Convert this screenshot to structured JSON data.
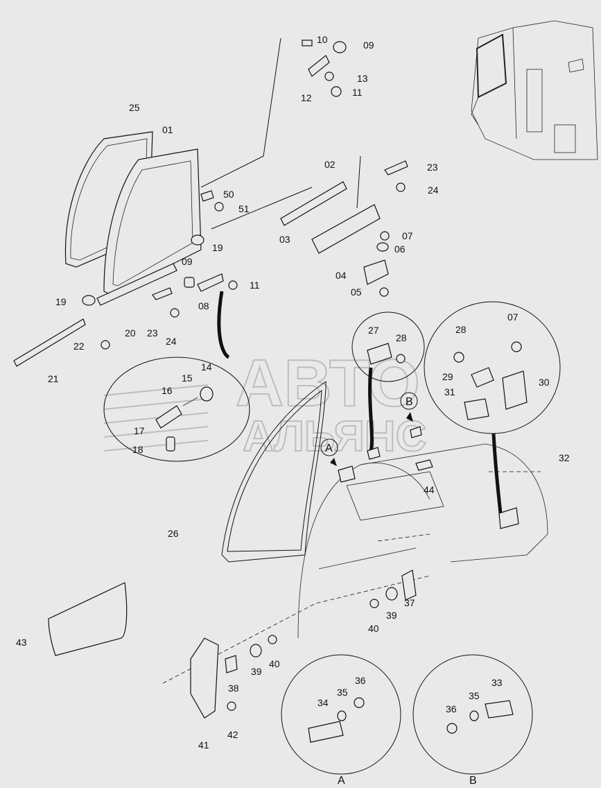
{
  "watermark": {
    "line1": "АВТО",
    "line2": "АЛЬЯНС"
  },
  "part_labels": {
    "p01": "01",
    "p02": "02",
    "p03": "03",
    "p04": "04",
    "p05": "05",
    "p06": "06",
    "p07a": "07",
    "p07b": "07",
    "p08": "08",
    "p09a": "09",
    "p09b": "09",
    "p10": "10",
    "p11a": "11",
    "p11b": "11",
    "p12": "12",
    "p13": "13",
    "p14": "14",
    "p15": "15",
    "p16": "16",
    "p17": "17",
    "p18": "18",
    "p19a": "19",
    "p19b": "19",
    "p20": "20",
    "p21": "21",
    "p22": "22",
    "p23a": "23",
    "p23b": "23",
    "p24a": "24",
    "p24b": "24",
    "p25": "25",
    "p26": "26",
    "p27": "27",
    "p28a": "28",
    "p28b": "28",
    "p29": "29",
    "p30": "30",
    "p31": "31",
    "p32": "32",
    "p33": "33",
    "p34": "34",
    "p35a": "35",
    "p35b": "35",
    "p36a": "36",
    "p36b": "36",
    "p37": "37",
    "p38": "38",
    "p39a": "39",
    "p39b": "39",
    "p40a": "40",
    "p40b": "40",
    "p41": "41",
    "p42": "42",
    "p43": "43",
    "p44": "44",
    "p50": "50",
    "p51": "51"
  },
  "view_labels": {
    "a_callout": "A",
    "b_callout": "B",
    "a_detail": "A",
    "b_detail": "B"
  }
}
